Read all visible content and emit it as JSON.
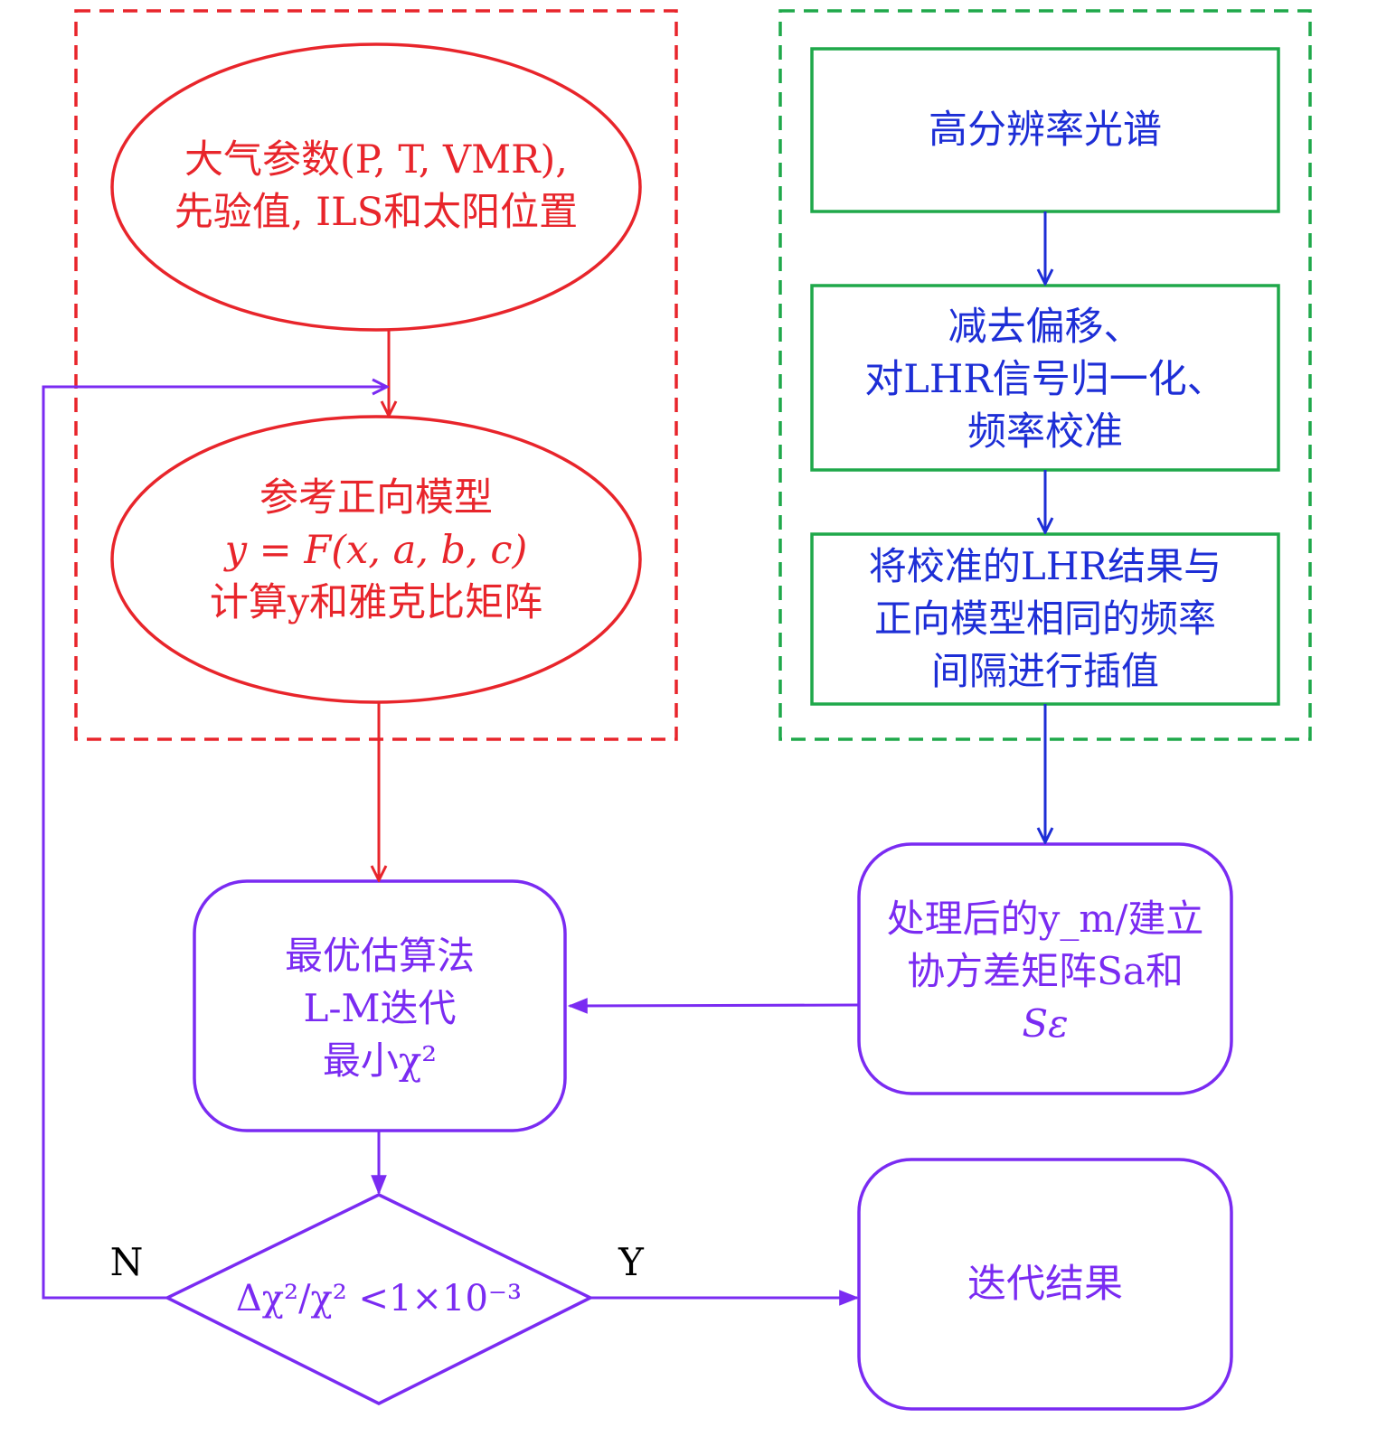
{
  "nodes": {
    "atmos_params": {
      "line1": "大气参数(P, T, VMR),",
      "line2": "先验值, ILS和太阳位置"
    },
    "forward_model": {
      "line1": "参考正向模型",
      "line2": "y = F(x, a, b, c)",
      "line3": "计算y和雅克比矩阵"
    },
    "high_res_spectrum": {
      "line1": "高分辨率光谱"
    },
    "preprocess": {
      "line1": "减去偏移、",
      "line2": "对LHR信号归一化、",
      "line3": "频率校准"
    },
    "interpolate": {
      "line1": "将校准的LHR结果与",
      "line2": "正向模型相同的频率",
      "line3": "间隔进行插值"
    },
    "processed": {
      "line1": "处理后的y_m/建立",
      "line2": "协方差矩阵Sa和",
      "line3": "Sε"
    },
    "optimal": {
      "line1": "最优估算法",
      "line2": "L-M迭代",
      "line3": "最小χ²"
    },
    "decision": {
      "text": "Δχ²/χ² <1×10⁻³"
    },
    "result": {
      "line1": "迭代结果"
    }
  },
  "edge_labels": {
    "no": "N",
    "yes": "Y"
  },
  "colors": {
    "red": "#e8252b",
    "green": "#1fa84a",
    "blue": "#1d2ed6",
    "purple": "#7a2bf2"
  }
}
